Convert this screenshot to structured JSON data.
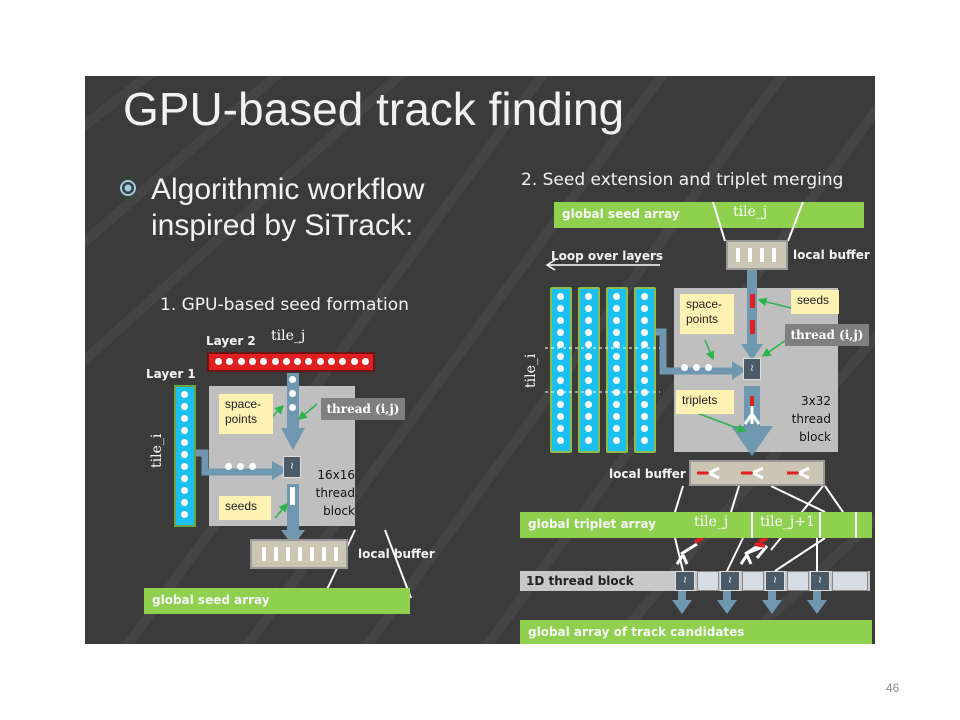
{
  "title": "GPU-based track finding",
  "bullet": {
    "line1": "Algorithmic workflow",
    "line2": "inspired by SiTrack:"
  },
  "section1": {
    "title": "1. GPU-based seed formation",
    "layer2": "Layer 2",
    "layer1": "Layer 1",
    "tile_j": "tile_j",
    "tile_i": "tile_i",
    "space_points": "space-\npoints",
    "seeds": "seeds",
    "thread": "thread (i,j)",
    "block": "16x16\nthread\nblock",
    "local_buffer": "local buffer",
    "global_seed_array": "global seed array"
  },
  "section2": {
    "title": "2. Seed extension and triplet merging",
    "global_seed_array": "global seed array",
    "tile_j_top": "tile_j",
    "local_buffer_top": "local buffer",
    "loop_over_layers": "Loop over layers",
    "tile_i": "tile_i",
    "space_points": "space-\npoints",
    "seeds": "seeds",
    "thread": "thread (i,j)",
    "triplets": "triplets",
    "block": "3x32\nthread\nblock",
    "local_buffer_mid": "local buffer",
    "global_triplet_array": "global triplet array",
    "tile_j": "tile_j",
    "tile_j1": "tile_j+1",
    "thread_block_1d": "1D thread block",
    "global_track_candidates": "global array of track candidates"
  },
  "page_number": "46",
  "colors": {
    "background": "#3b3b3b",
    "accent_green": "#8fd04f",
    "cyan": "#1cc0f0",
    "red": "#e02020"
  }
}
